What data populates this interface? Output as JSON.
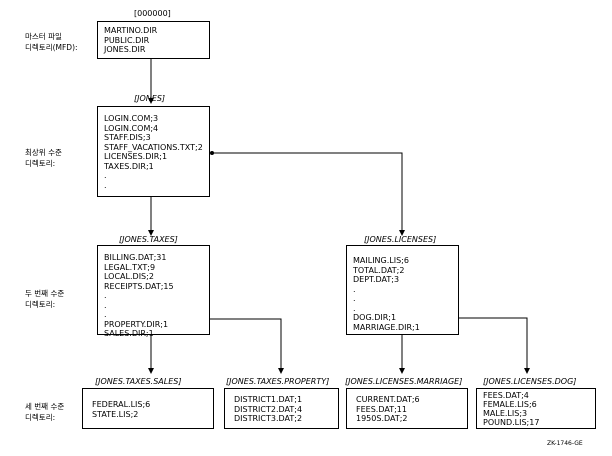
{
  "levels": {
    "mfd": {
      "label": [
        "마스터 파일",
        "디렉토리(MFD):"
      ]
    },
    "top": {
      "label": [
        "최상위 수준",
        "디렉토리:"
      ]
    },
    "second": {
      "label": [
        "두 번째 수준",
        "디렉토리:"
      ]
    },
    "third": {
      "label": [
        "세 번째 수준",
        "디렉토리:"
      ]
    }
  },
  "directories": {
    "mfd": {
      "name": "[000000]",
      "entries": [
        "MARTINO.DIR",
        "PUBLIC.DIR",
        "JONES.DIR"
      ]
    },
    "jones": {
      "name": "[JONES]",
      "entries": [
        "LOGIN.COM;3",
        "LOGIN.COM;4",
        "STAFF.DIS;3",
        "STAFF_VACATIONS.TXT;2",
        "LICENSES.DIR;1",
        "TAXES.DIR;1",
        ".",
        ".",
        "."
      ]
    },
    "taxes": {
      "name": "[JONES.TAXES]",
      "entries": [
        "BILLING.DAT;31",
        "LEGAL.TXT;9",
        "LOCAL.DIS;2",
        "RECEIPTS.DAT;15",
        ".",
        ".",
        ".",
        "PROPERTY.DIR;1",
        "SALES.DIR;1"
      ]
    },
    "licenses": {
      "name": "[JONES.LICENSES]",
      "entries": [
        "MAILING.LIS;6",
        "TOTAL.DAT;2",
        "DEPT.DAT;3",
        ".",
        ".",
        ".",
        "DOG.DIR;1",
        "MARRIAGE.DIR;1"
      ]
    },
    "sales": {
      "name": "[JONES.TAXES.SALES]",
      "entries": [
        "FEDERAL.LIS;6",
        "STATE.LIS;2"
      ]
    },
    "property": {
      "name": "[JONES.TAXES.PROPERTY]",
      "entries": [
        "DISTRICT1.DAT;1",
        "DISTRICT2.DAT;4",
        "DISTRICT3.DAT;2"
      ]
    },
    "marriage": {
      "name": "[JONES.LICENSES.MARRIAGE]",
      "entries": [
        "CURRENT.DAT;6",
        "FEES.DAT;11",
        "1950S.DAT;2"
      ]
    },
    "dog": {
      "name": "[JONES.LICENSES.DOG]",
      "entries": [
        "FEES.DAT;4",
        "FEMALE.LIS;6",
        "MALE.LIS;3",
        "POUND.LIS;17"
      ]
    }
  },
  "figure_id": "ZK-1746-GE"
}
